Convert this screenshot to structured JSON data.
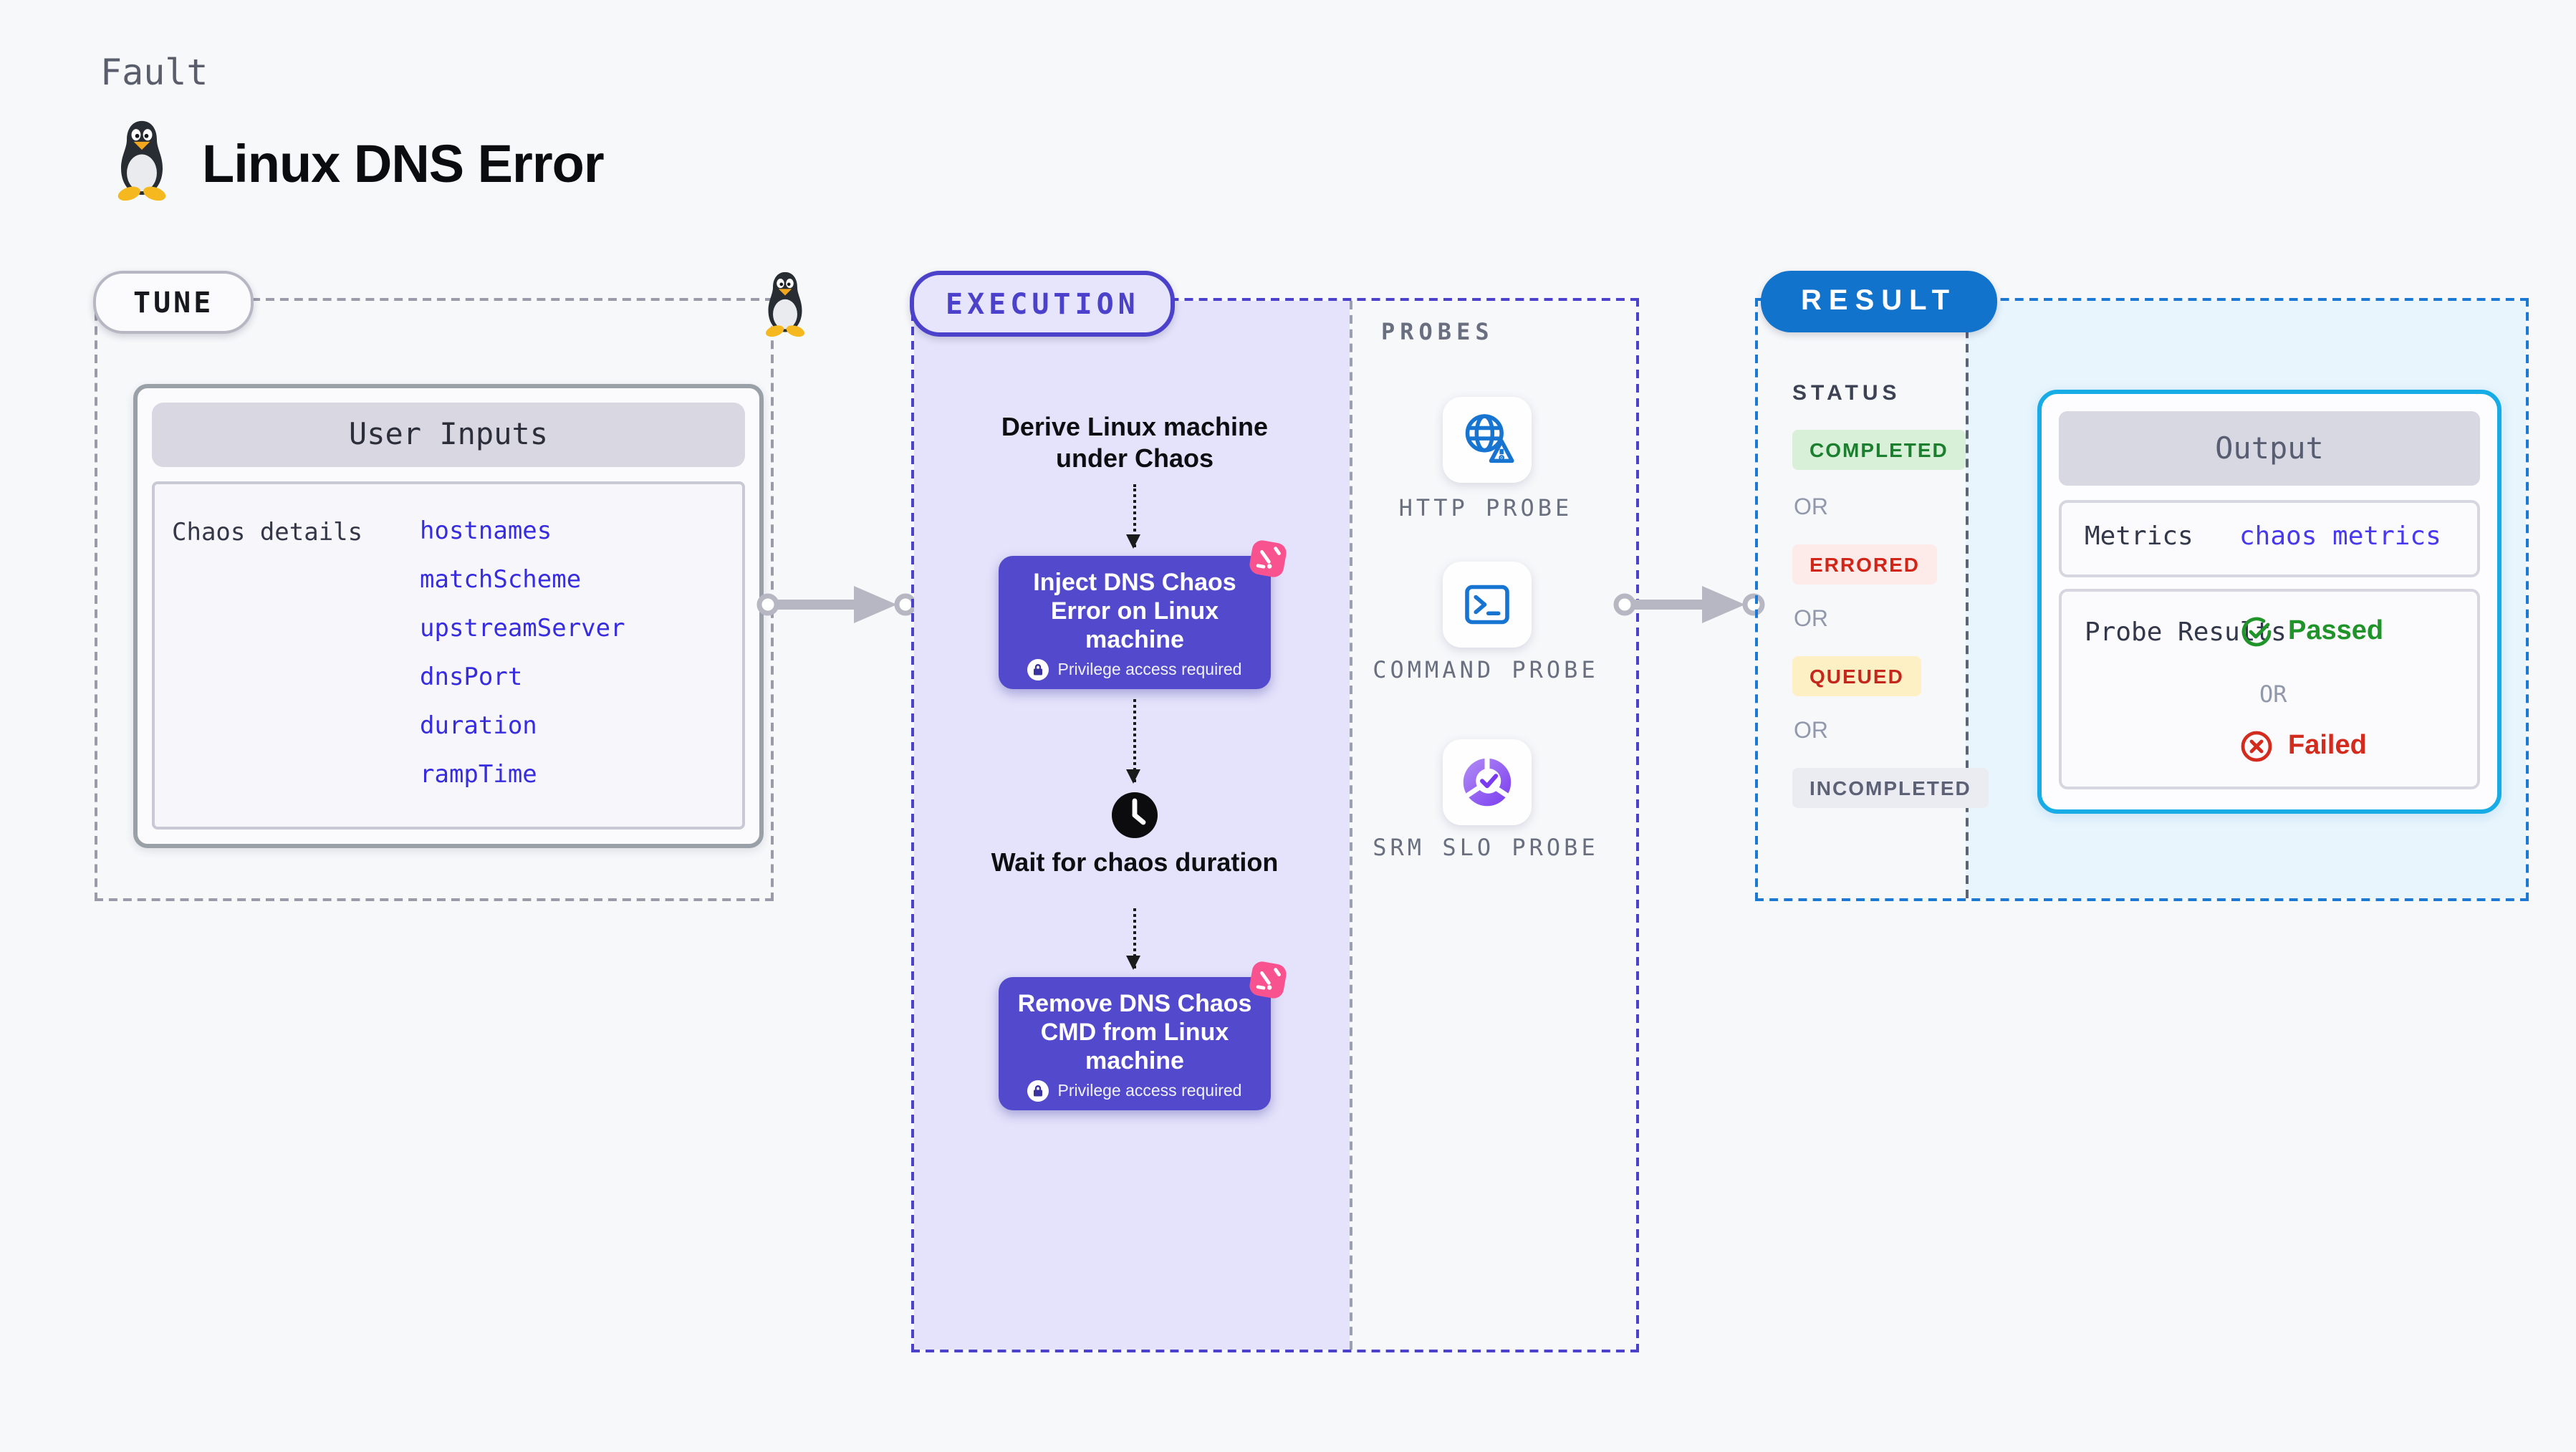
{
  "header": {
    "kicker": "Fault",
    "title": "Linux DNS Error"
  },
  "tune": {
    "badge": "TUNE",
    "card_title": "User Inputs",
    "row_label": "Chaos details",
    "inputs": [
      "hostnames",
      "matchScheme",
      "upstreamServer",
      "dnsPort",
      "duration",
      "rampTime"
    ]
  },
  "execution": {
    "badge": "EXECUTION",
    "derive_label": "Derive Linux machine under Chaos",
    "inject_label": "Inject DNS Chaos Error on Linux machine",
    "inject_note": "Privilege access required",
    "wait_label": "Wait for chaos duration",
    "remove_label": "Remove DNS Chaos CMD from Linux machine",
    "remove_note": "Privilege access required"
  },
  "probes": {
    "label": "PROBES",
    "items": [
      {
        "name": "HTTP PROBE",
        "icon": "globe-alert-icon"
      },
      {
        "name": "COMMAND PROBE",
        "icon": "terminal-icon"
      },
      {
        "name": "SRM SLO PROBE",
        "icon": "slo-donut-icon"
      }
    ]
  },
  "result": {
    "badge": "RESULT",
    "status_label": "STATUS",
    "or_label": "OR",
    "statuses": [
      {
        "label": "COMPLETED",
        "bg": "#d8efd8",
        "fg": "#1c7f2f"
      },
      {
        "label": "ERRORED",
        "bg": "#fcebe9",
        "fg": "#d02517"
      },
      {
        "label": "QUEUED",
        "bg": "#fdf0c5",
        "fg": "#c4271c"
      },
      {
        "label": "INCOMPLETED",
        "bg": "#ebebf2",
        "fg": "#5d6175"
      }
    ],
    "output": {
      "title": "Output",
      "metrics_label": "Metrics",
      "metrics_value": "chaos metrics",
      "probe_results_label": "Probe Results",
      "passed_label": "Passed",
      "or_label": "OR",
      "failed_label": "Failed"
    }
  },
  "colors": {
    "page_bg": "#f7f8fa",
    "accent_indigo": "#4b41cb",
    "node_purple": "#5349cc",
    "panel_lavender": "#e4e3fb",
    "result_blue": "#1273cc",
    "output_border_cyan": "#17ace6",
    "output_bg": "#e8f5fd",
    "input_link_blue": "#372ce0",
    "probe_icon_blue": "#1774d1",
    "srm_purple": "#7a3bf0",
    "chaos_pink": "#f8538e",
    "arrow_gray": "#b7b7c3",
    "passed_green": "#1f9428",
    "failed_red": "#d32b1d"
  }
}
